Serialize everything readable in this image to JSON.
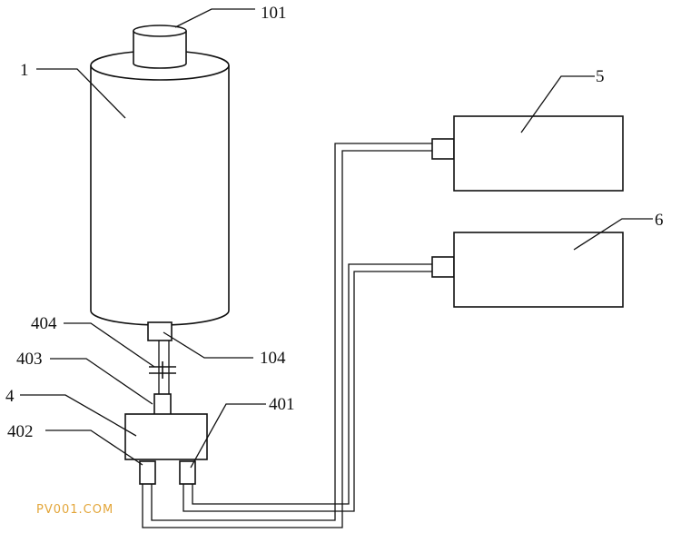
{
  "diagram": {
    "labels": {
      "tank": "1",
      "tank_cap": "101",
      "tank_outlet": "104",
      "valve": "404",
      "inlet_pipe": "403",
      "distributor": "4",
      "outlet_right": "401",
      "outlet_left": "402",
      "device_top": "5",
      "device_bottom": "6"
    },
    "watermark": "PV001.COM"
  },
  "colors": {
    "line": "#111111",
    "background": "#ffffff",
    "watermark": "#e3a63a"
  }
}
